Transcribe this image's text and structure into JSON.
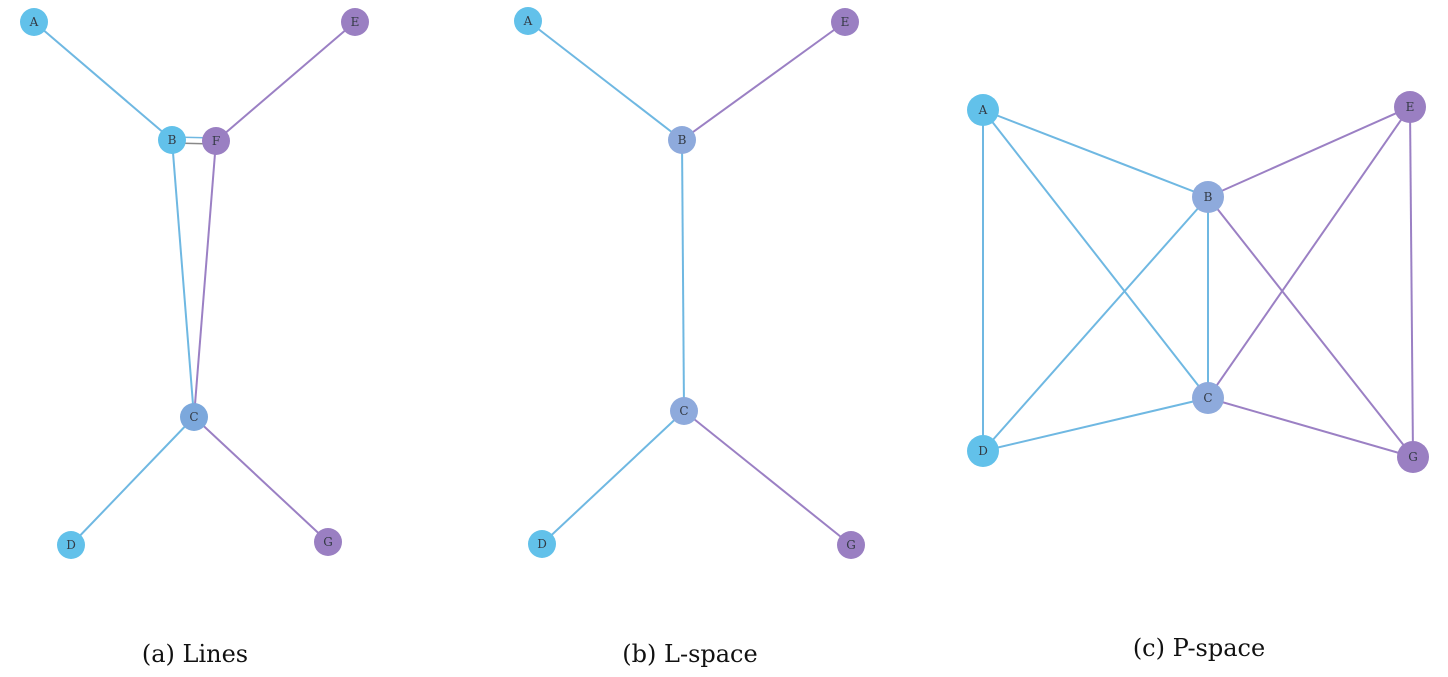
{
  "colors": {
    "line_blue": "#6fb8e2",
    "line_purple": "#9b80c4",
    "node_cyan": "#62c1ea",
    "node_slate": "#8eaadc",
    "node_steel": "#7ca8dc",
    "node_purple": "#9a7fc2",
    "parallel_dark": "#888888"
  },
  "panels": [
    {
      "id": "lines",
      "caption": "(a) Lines",
      "nodes": [
        {
          "id": "A",
          "label": "A",
          "color": "node_cyan"
        },
        {
          "id": "B",
          "label": "B",
          "color": "node_cyan"
        },
        {
          "id": "F",
          "label": "F",
          "color": "node_purple"
        },
        {
          "id": "E",
          "label": "E",
          "color": "node_purple"
        },
        {
          "id": "C",
          "label": "C",
          "color": "node_steel"
        },
        {
          "id": "D",
          "label": "D",
          "color": "node_cyan"
        },
        {
          "id": "G",
          "label": "G",
          "color": "node_purple"
        }
      ],
      "edges": [
        {
          "from": "A",
          "to": "B",
          "line": "blue"
        },
        {
          "from": "F",
          "to": "E",
          "line": "purple"
        },
        {
          "from": "B",
          "to": "C",
          "line": "blue"
        },
        {
          "from": "F",
          "to": "C",
          "line": "purple"
        },
        {
          "from": "C",
          "to": "D",
          "line": "blue"
        },
        {
          "from": "C",
          "to": "G",
          "line": "purple"
        },
        {
          "from": "B",
          "to": "F",
          "line": "double"
        }
      ]
    },
    {
      "id": "l-space",
      "caption": "(b) L-space",
      "nodes": [
        {
          "id": "A",
          "label": "A",
          "color": "node_cyan"
        },
        {
          "id": "E",
          "label": "E",
          "color": "node_purple"
        },
        {
          "id": "B",
          "label": "B",
          "color": "node_slate"
        },
        {
          "id": "C",
          "label": "C",
          "color": "node_slate"
        },
        {
          "id": "D",
          "label": "D",
          "color": "node_cyan"
        },
        {
          "id": "G",
          "label": "G",
          "color": "node_purple"
        }
      ],
      "edges": [
        {
          "from": "A",
          "to": "B",
          "line": "blue"
        },
        {
          "from": "E",
          "to": "B",
          "line": "purple"
        },
        {
          "from": "B",
          "to": "C",
          "line": "blue"
        },
        {
          "from": "C",
          "to": "D",
          "line": "blue"
        },
        {
          "from": "C",
          "to": "G",
          "line": "purple"
        }
      ]
    },
    {
      "id": "p-space",
      "caption": "(c) P-space",
      "nodes": [
        {
          "id": "A",
          "label": "A",
          "color": "node_cyan"
        },
        {
          "id": "E",
          "label": "E",
          "color": "node_purple"
        },
        {
          "id": "B",
          "label": "B",
          "color": "node_slate"
        },
        {
          "id": "C",
          "label": "C",
          "color": "node_slate"
        },
        {
          "id": "D",
          "label": "D",
          "color": "node_cyan"
        },
        {
          "id": "G",
          "label": "G",
          "color": "node_purple"
        }
      ],
      "edges": [
        {
          "from": "A",
          "to": "B",
          "line": "blue"
        },
        {
          "from": "A",
          "to": "C",
          "line": "blue"
        },
        {
          "from": "A",
          "to": "D",
          "line": "blue"
        },
        {
          "from": "B",
          "to": "D",
          "line": "blue"
        },
        {
          "from": "C",
          "to": "D",
          "line": "blue"
        },
        {
          "from": "B",
          "to": "C",
          "line": "blue"
        },
        {
          "from": "E",
          "to": "B",
          "line": "purple"
        },
        {
          "from": "E",
          "to": "C",
          "line": "purple"
        },
        {
          "from": "E",
          "to": "G",
          "line": "purple"
        },
        {
          "from": "B",
          "to": "G",
          "line": "purple"
        },
        {
          "from": "C",
          "to": "G",
          "line": "purple"
        }
      ]
    }
  ]
}
